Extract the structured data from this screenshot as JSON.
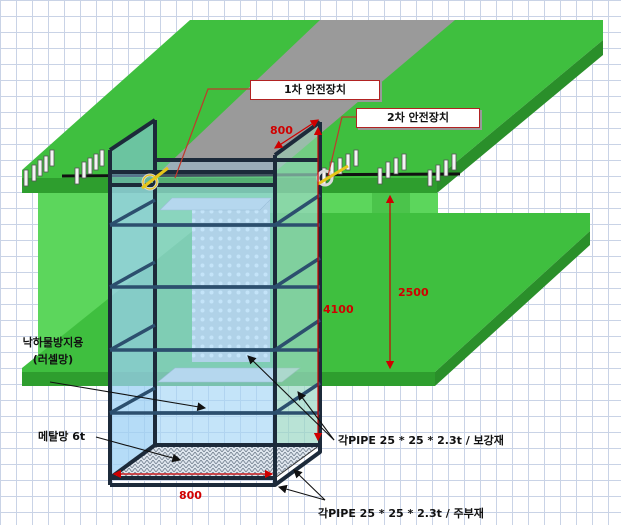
{
  "callouts": {
    "first_safety": "1차 안전장치",
    "second_safety": "2차 안전장치"
  },
  "dimensions": {
    "top_width": "800",
    "bottom_width": "800",
    "cage_height": "4100",
    "deck_clearance": "2500"
  },
  "labels": {
    "fall_prevention_line1": "낙하물방지용",
    "fall_prevention_line2": "(러셀망)",
    "metal_mesh": "메탈망 6t",
    "reinforcement_pipe": "각PIPE 25 * 25 * 2.3t / 보강재",
    "main_pipe": "각PIPE 25 * 25 * 2.3t  / 주부재"
  },
  "colors": {
    "deck_green": "#3fbf3f",
    "pier_green": "#5cd65c",
    "road_grey": "#9a9a9a",
    "frame": "#1c2a3a",
    "dimension_red": "#d00000"
  }
}
